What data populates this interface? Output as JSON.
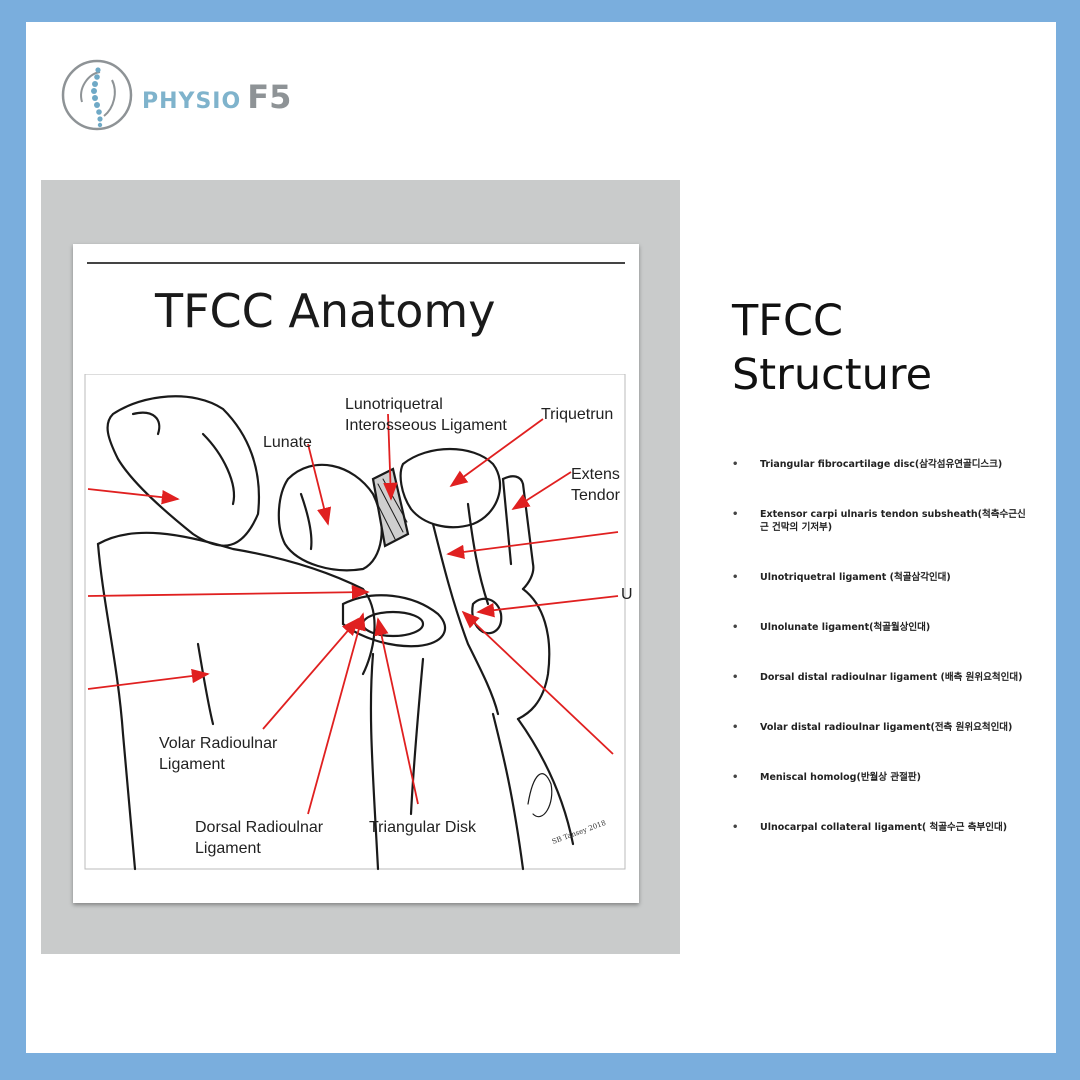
{
  "brand": {
    "name_part1": "PHYSIO",
    "name_part2": "F5",
    "color_primary": "#7fb3cc",
    "color_secondary": "#8e9396",
    "frame_color": "#7aaedd"
  },
  "slide": {
    "title": "TFCC Anatomy",
    "labels": {
      "lunotriquetral": "Lunotriquetral\nInterosseous Ligament",
      "lunate": "Lunate",
      "triquetrum": "Triquetrun",
      "extensor": "Extens\nTendor",
      "ulnar_partial": "U",
      "volar": "Volar Radioulnar\nLigament",
      "dorsal": "Dorsal Radioulnar\nLigament",
      "triangular": "Triangular Disk"
    },
    "signature": "SB Tansey 2018"
  },
  "structure": {
    "title": "TFCC\nStructure",
    "items": [
      "Triangular fibrocartilage disc(삼각섬유연골디스크)",
      "Extensor carpi ulnaris tendon subsheath(척측수근신근 건막의 기저부)",
      "Ulnotriquetral ligament (척골삼각인대)",
      "Ulnolunate ligament(척골월상인대)",
      "Dorsal distal radioulnar ligament (배측 원위요척인대)",
      "Volar distal radioulnar ligament(전측 원위요척인대)",
      "Meniscal homolog(반월상 관절판)",
      "Ulnocarpal collateral ligament( 척골수근 측부인대)"
    ]
  }
}
